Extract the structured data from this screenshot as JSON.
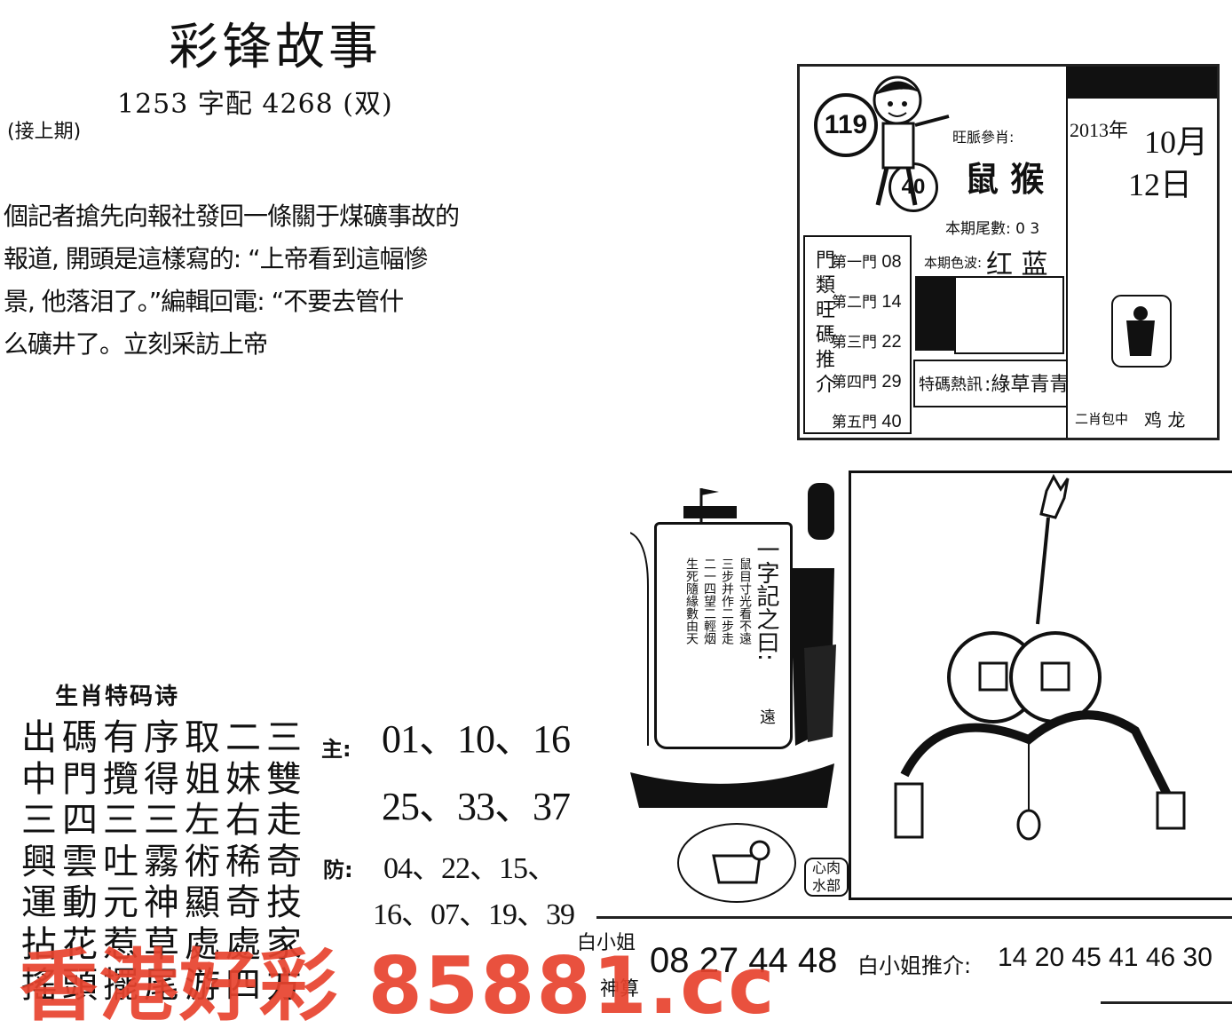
{
  "header": {
    "title": "彩锋故事",
    "subtitle": "1253 字配 4268 (双)",
    "continued": "(接上期)"
  },
  "story": {
    "lines": [
      "個記者搶先向報社發回一條關于煤礦事故的",
      "報道, 開頭是這樣寫的: “上帝看到這幅慘",
      "景, 他落泪了。”編輯回電: “不要去管什",
      "么礦井了。立刻采訪上帝"
    ]
  },
  "poem": {
    "title": "生肖特码诗",
    "lines": [
      "出碼有序取二三",
      "中門攬得姐妹雙",
      "三四三三左右走",
      "興雲吐霧術稀奇",
      "運動元神顯奇技",
      "拈花惹草處處家",
      "搖頭擺尾游四方"
    ]
  },
  "picks": {
    "main_label": "主:",
    "main_row1": "01、10、16",
    "main_row2": "25、33、37",
    "guard_label": "防:",
    "guard_row1": "04、22、15、",
    "guard_row2": "16、07、19、39"
  },
  "calendar": {
    "badge_number": "119",
    "badge_sub": "40",
    "lucky_label": "旺脈參肖:",
    "lucky_value": "鼠 猴",
    "tail_label": "本期尾數: 0 3",
    "color_label": "本期色波:",
    "color_value": "红 蓝",
    "year": "2013年",
    "month": "10月",
    "day": "12日",
    "door_title": "門類旺碼推介",
    "doors": [
      {
        "label": "第一門",
        "num": "08"
      },
      {
        "label": "第二門",
        "num": "14"
      },
      {
        "label": "第三門",
        "num": "22"
      },
      {
        "label": "第四門",
        "num": "29"
      },
      {
        "label": "第五門",
        "num": "40"
      }
    ],
    "special_label": "特碼熱訊",
    "special_value": ":綠草青青",
    "footer_left": "二肖包中",
    "footer_right": "鸡 龙"
  },
  "ship": {
    "sail_title": "一字記之曰:",
    "sail_word": "遠",
    "sail_lines": [
      "鼠目寸光看不遠",
      "三步并作二步走",
      "二一四望二輕烟",
      "生死隨緣數由天"
    ],
    "caption": "心肉水部"
  },
  "bottom": {
    "left_label_top": "白小姐",
    "left_label_bottom": "神算",
    "left_numbers": "08 27 44 48",
    "right_label": "白小姐推介:",
    "right_numbers": "14 20 45 41 46 30"
  },
  "watermark": {
    "text": "香港好彩 85881.cc"
  },
  "colors": {
    "watermark": "#e8432e",
    "ink": "#111111"
  }
}
